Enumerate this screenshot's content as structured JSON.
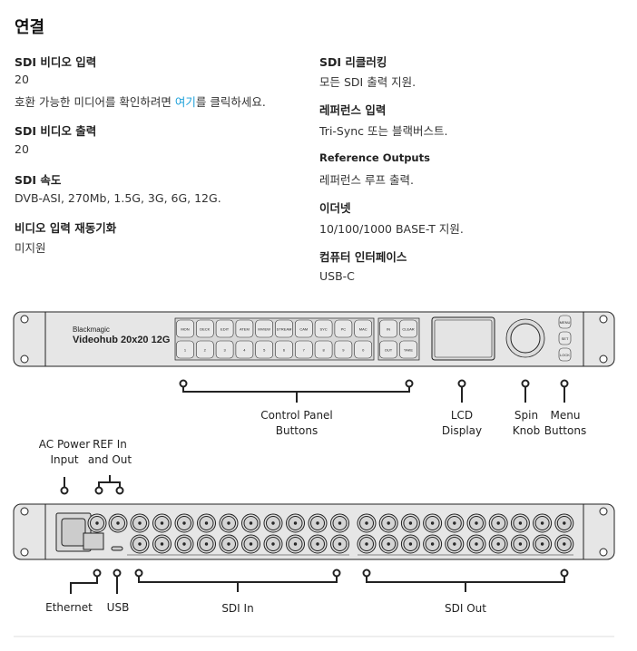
{
  "title": "연결",
  "left": [
    {
      "label": "SDI 비디오 입력",
      "values": [
        "20"
      ],
      "desc_prefix": "호환 가능한 미디어를 확인하려면 ",
      "desc_link": "여기",
      "desc_suffix": "를 클릭하세요."
    },
    {
      "label": "SDI 비디오 출력",
      "values": [
        "20"
      ]
    },
    {
      "label": "SDI 속도",
      "values": [
        "DVB-ASI, 270Mb, 1.5G, 3G, 6G, 12G."
      ]
    },
    {
      "label": "비디오 입력 재동기화",
      "values": [
        "미지원"
      ]
    }
  ],
  "right": [
    {
      "label": "SDI 리클러킹",
      "value": "모든 SDI 출력 지원."
    },
    {
      "label": "레퍼런스 입력",
      "value": "Tri-Sync 또는 블랙버스트."
    },
    {
      "label": "Reference Outputs",
      "value": "레퍼런스 루프 출력."
    },
    {
      "label": "이더넷",
      "value": "10/100/1000 BASE-T 지원."
    },
    {
      "label": "컴퓨터 인터페이스",
      "value": "USB-C"
    }
  ],
  "front": {
    "brand": "Blackmagic",
    "model": "Videohub 20x20 12G",
    "buttons_top": [
      "MON",
      "DECK",
      "EDIT",
      "ATEM",
      "MVIEW",
      "STREAM",
      "CAM",
      "SYC",
      "PC",
      "MAC"
    ],
    "buttons_bottom": [
      "1",
      "2",
      "3",
      "4",
      "5",
      "6",
      "7",
      "8",
      "9",
      "0"
    ],
    "route_buttons": [
      "IN",
      "CLEAR",
      "OUT",
      "TAKE"
    ],
    "menu_buttons": [
      "MENU",
      "SET",
      "LOCK"
    ],
    "callouts": {
      "control_panel": [
        "Control Panel",
        "Buttons"
      ],
      "lcd": [
        "LCD",
        "Display"
      ],
      "spin": [
        "Spin",
        "Knob"
      ],
      "menu": [
        "Menu",
        "Buttons"
      ]
    }
  },
  "rear": {
    "sdi_in_count": 20,
    "sdi_out_count": 20,
    "callouts": {
      "ac": [
        "AC Power",
        "Input"
      ],
      "ref": [
        "REF In",
        "and Out"
      ],
      "ethernet": "Ethernet",
      "usb": "USB",
      "sdi_in": "SDI In",
      "sdi_out": "SDI Out"
    }
  },
  "colors": {
    "link": "#1a9fd9",
    "panel": "#e6e6e6"
  }
}
